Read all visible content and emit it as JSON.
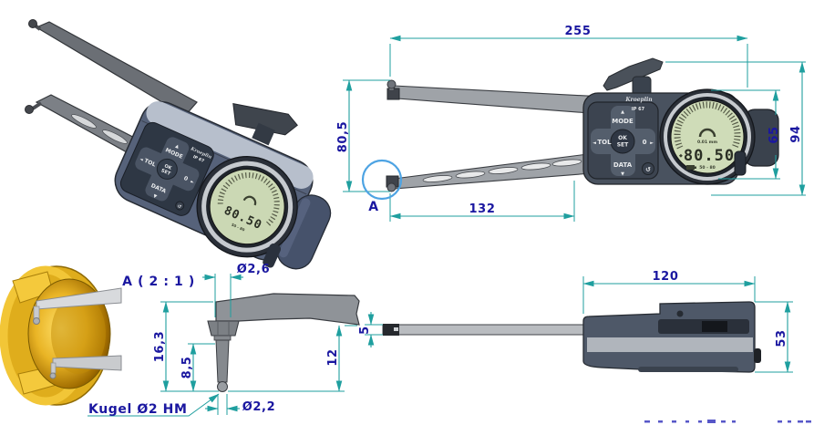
{
  "drawing": {
    "front": {
      "dim_overall_length": "255",
      "dim_measuring_span": "80,5",
      "dim_display_dia": "65",
      "dim_body_height": "94",
      "dim_arm_length": "132",
      "detail_marker": "A"
    },
    "detail": {
      "title": "A ( 2 : 1 )",
      "dim_neck_dia": "Ø2,6",
      "dim_total_height": "16,3",
      "dim_pin_height": "8,5",
      "dim_side_height": "12",
      "dim_ball_dia": "Ø2,2",
      "ball_note": "Kugel Ø2 HM"
    },
    "top": {
      "dim_body_length": "120",
      "dim_arm_thickness": "5",
      "dim_body_width": "53"
    }
  },
  "device": {
    "brand": "Kroeplin",
    "protection": "IP 67",
    "btn_mode": "MODE",
    "btn_tol": "TOL",
    "btn_ok": "OK",
    "btn_set": "SET",
    "btn_data": "DATA",
    "btn_zero": "0",
    "reset_glyph": "↺",
    "display_value": "80.50",
    "display_resolution": "0.01 mm",
    "display_range": "50 - 80"
  },
  "icons": {
    "arrow_up": "▲",
    "arrow_down": "▼",
    "arrow_left": "◄",
    "arrow_right": "►",
    "diamond": "◆"
  },
  "colors": {
    "dimension_line": "#1F9F9F",
    "dimension_text": "#1A17A0",
    "detail_circle": "#4DA3E3",
    "lcd": "#CFDCB8",
    "gold": "#E6B423"
  }
}
